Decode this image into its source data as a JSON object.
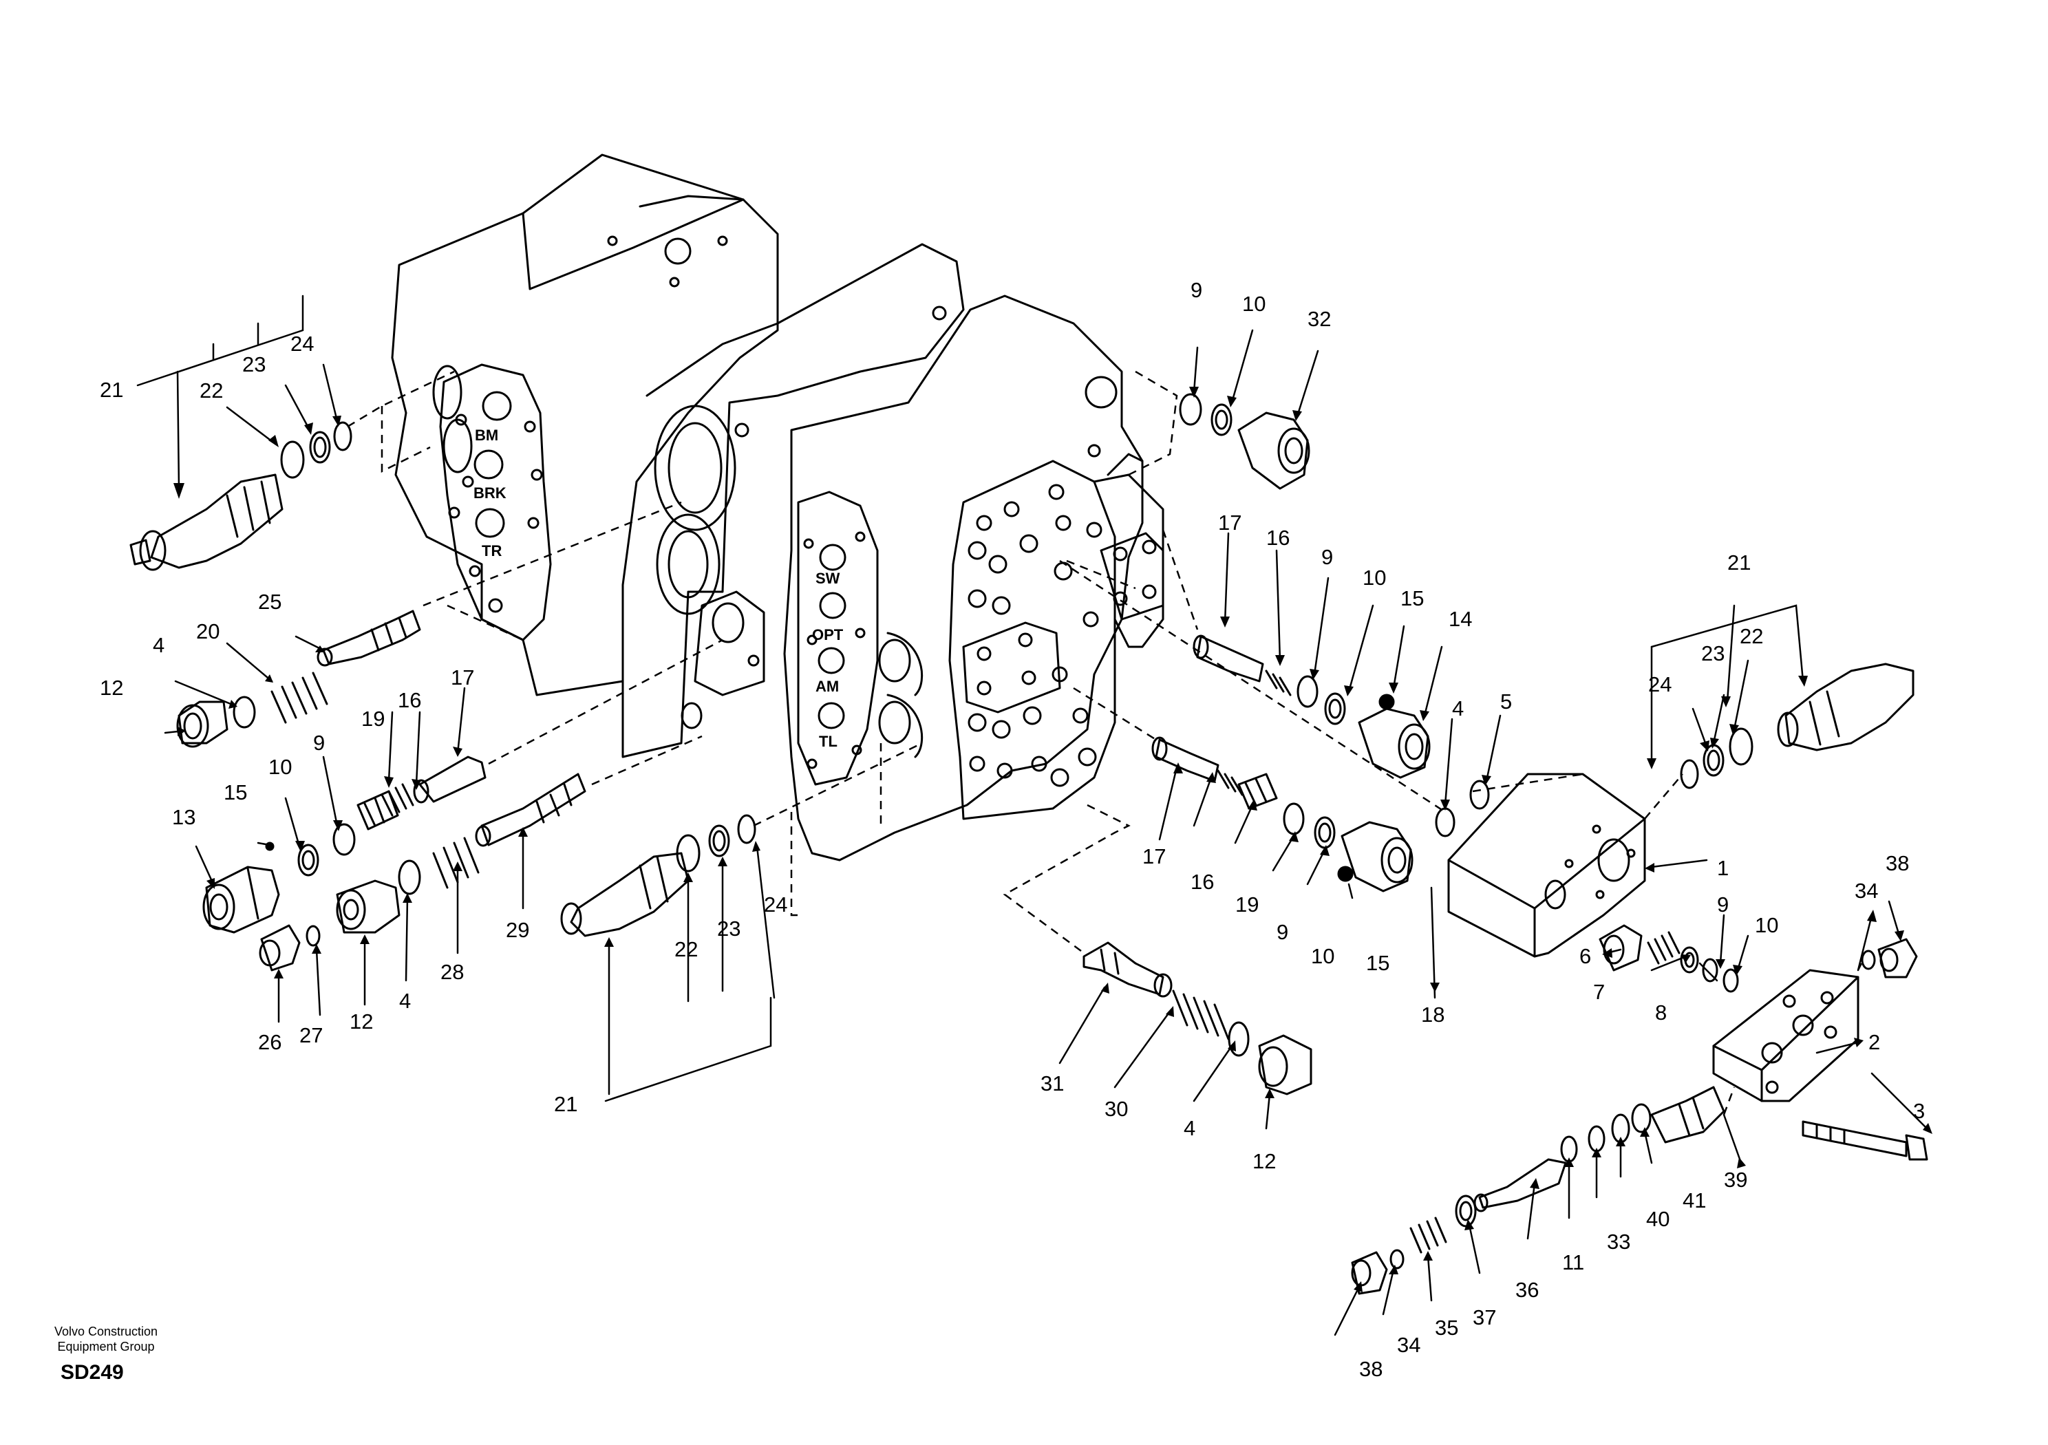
{
  "footer": {
    "company_line1": "Volvo Construction",
    "company_line2": "Equipment Group",
    "drawing_code": "SD249"
  },
  "port_labels": [
    "BM",
    "BRK",
    "TR",
    "SW",
    "OPT",
    "AM",
    "TL"
  ],
  "callouts": [
    "21",
    "22",
    "23",
    "24",
    "9",
    "10",
    "32",
    "25",
    "20",
    "4",
    "12",
    "17",
    "16",
    "19",
    "9",
    "10",
    "15",
    "13",
    "26",
    "27",
    "12",
    "4",
    "28",
    "29",
    "21",
    "22",
    "23",
    "24",
    "17",
    "16",
    "9",
    "10",
    "15",
    "14",
    "4",
    "5",
    "21",
    "24",
    "23",
    "22",
    "17",
    "16",
    "19",
    "9",
    "10",
    "15",
    "18",
    "1",
    "34",
    "38",
    "6",
    "7",
    "8",
    "9",
    "10",
    "2",
    "3",
    "31",
    "30",
    "4",
    "12",
    "11",
    "33",
    "40",
    "41",
    "39",
    "36",
    "37",
    "38",
    "34",
    "35"
  ]
}
